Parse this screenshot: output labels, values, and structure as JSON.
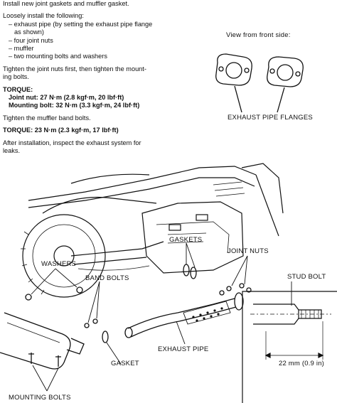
{
  "instructions": {
    "line0": "Install new joint gaskets and muffler gasket.",
    "loosely_header": "Loosely install the following:",
    "list": [
      "– exhaust pipe (by setting the exhaust pipe flange",
      "as shown)",
      "– four joint nuts",
      "– muffler",
      "– two mounting bolts and washers"
    ],
    "tighten_1a": "Tighten the joint nuts first, then tighten the mount-",
    "tighten_1b": "ing bolts.",
    "torque1_header": "TORQUE:",
    "torque1_joint": "Joint nut: 27 N·m (2.8 kgf·m, 20 lbf·ft)",
    "torque1_mount": "Mounting bolt: 32 N·m (3.3 kgf·m, 24 lbf·ft)",
    "tighten_band": "Tighten the muffler band bolts.",
    "torque2": "TORQUE: 23 N·m (2.3 kgf·m, 17 lbf·ft)",
    "after_a": "After installation, inspect the exhaust system for",
    "after_b": "leaks."
  },
  "flange_view": {
    "caption": "View from front side:",
    "label": "EXHAUST PIPE FLANGES"
  },
  "diagram_labels": {
    "gaskets": "GASKETS",
    "joint_nuts": "JOINT NUTS",
    "washers": "WASHERS",
    "band_bolts": "BAND BOLTS",
    "stud_bolt": "STUD BOLT",
    "dimension": "22 mm (0.9 in)",
    "exhaust_pipe": "EXHAUST PIPE",
    "gasket": "GASKET",
    "mounting_bolts": "MOUNTING BOLTS"
  }
}
